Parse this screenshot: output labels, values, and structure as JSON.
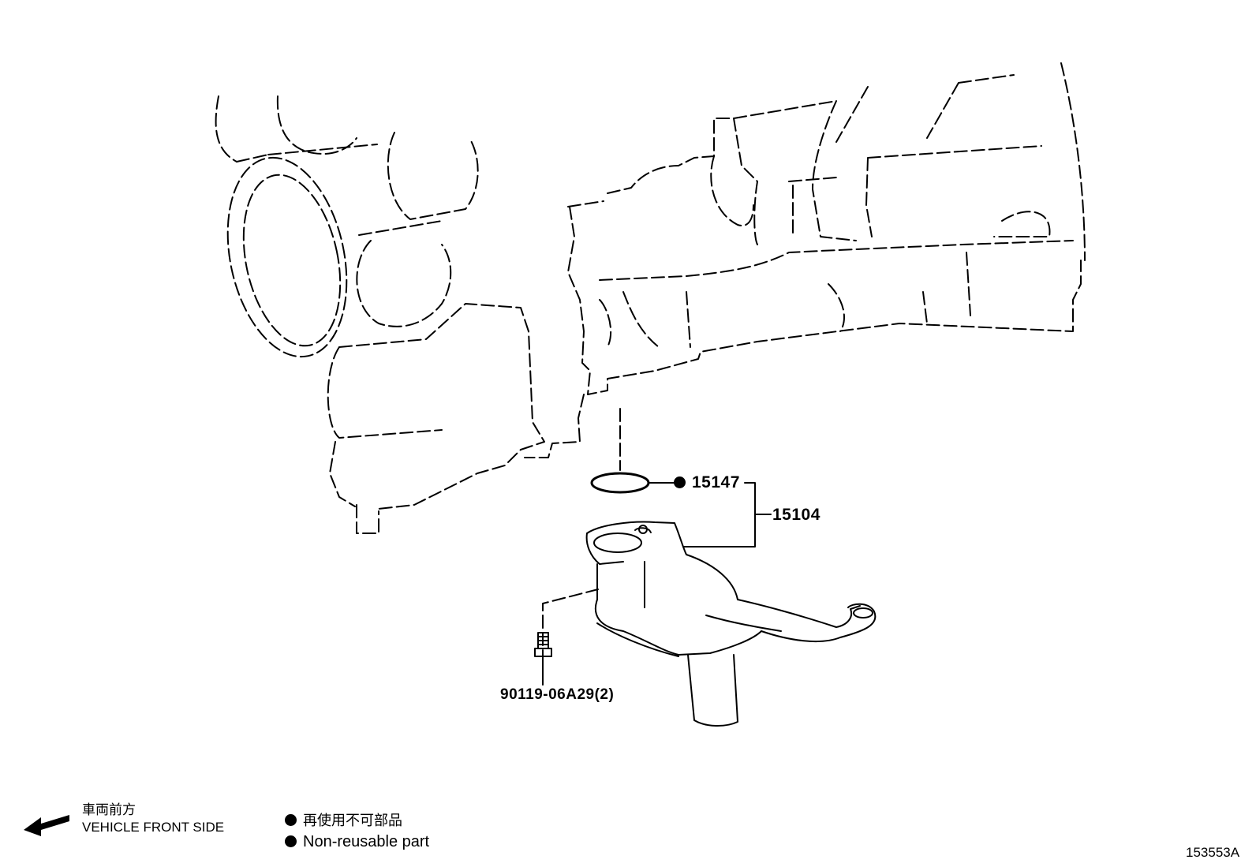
{
  "parts": {
    "oring": "15147",
    "strainer": "15104",
    "bolt": "90119-06A29(2)"
  },
  "legend": {
    "front_jp": "車両前方",
    "front_en": "VEHICLE FRONT SIDE",
    "nonreuse_jp": "再使用不可部品",
    "nonreuse_en": "Non-reusable part"
  },
  "figure_id": "153553A"
}
